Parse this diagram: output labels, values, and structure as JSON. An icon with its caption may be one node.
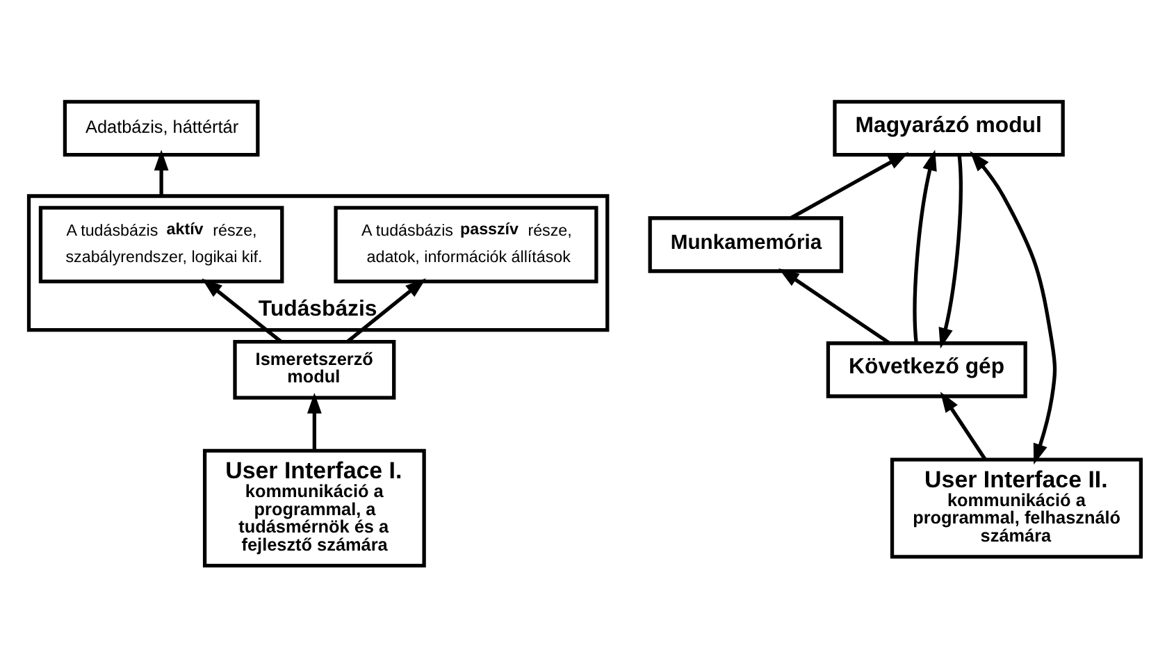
{
  "diagram": {
    "nodes": [
      {
        "text": [
          "Adatbázis, háttértár"
        ]
      },
      {
        "text": [
          "Tudásbázis"
        ]
      },
      {
        "text": [
          "A tudásbázis **passzív** része, adatok, információk állítások"
        ],
        "in": 1
      },
      {
        "text": [
          "A tudásbázis **aktív** része, szabályrendszer, logikai kif."
        ],
        "in": 1
      },
      {
        "text": [
          "Következő gép"
        ]
      },
      {
        "text": [
          "Ismeretszerző modul"
        ]
      },
      {
        "text": [
          "User Interface I.",
          "kommunikáció a programmal, a tudásmérnök és a fejlesztő számára"
        ]
      },
      {
        "text": [
          "User Interface II.",
          "kommunikáció a programmal, felhasználó számára"
        ]
      },
      {
        "text": [
          "Munkamemória"
        ]
      },
      {
        "text": [
          "Magyarázó modul"
        ]
      }
    ],
    "edges": [
      {
        "from": 1,
        "to": 0,
        "arrow": "to"
      },
      {
        "from": 5,
        "to": 2,
        "arrow": "to"
      },
      {
        "from": 5,
        "to": 3,
        "arrow": "to"
      },
      {
        "from": 6,
        "to": 5,
        "arrow": "to"
      },
      {
        "from": 7,
        "to": 4,
        "arrow": "to"
      },
      {
        "from": 9,
        "to": 4,
        "arrow": "to"
      },
      {
        "from": 7,
        "to": 9,
        "arrow": "both"
      },
      {
        "from": 4,
        "to": 8,
        "arrow": "to"
      },
      {
        "from": 8,
        "to": 9,
        "arrow": "to"
      },
      {
        "from": 4,
        "to": 9,
        "arrow": "to"
      }
    ]
  }
}
